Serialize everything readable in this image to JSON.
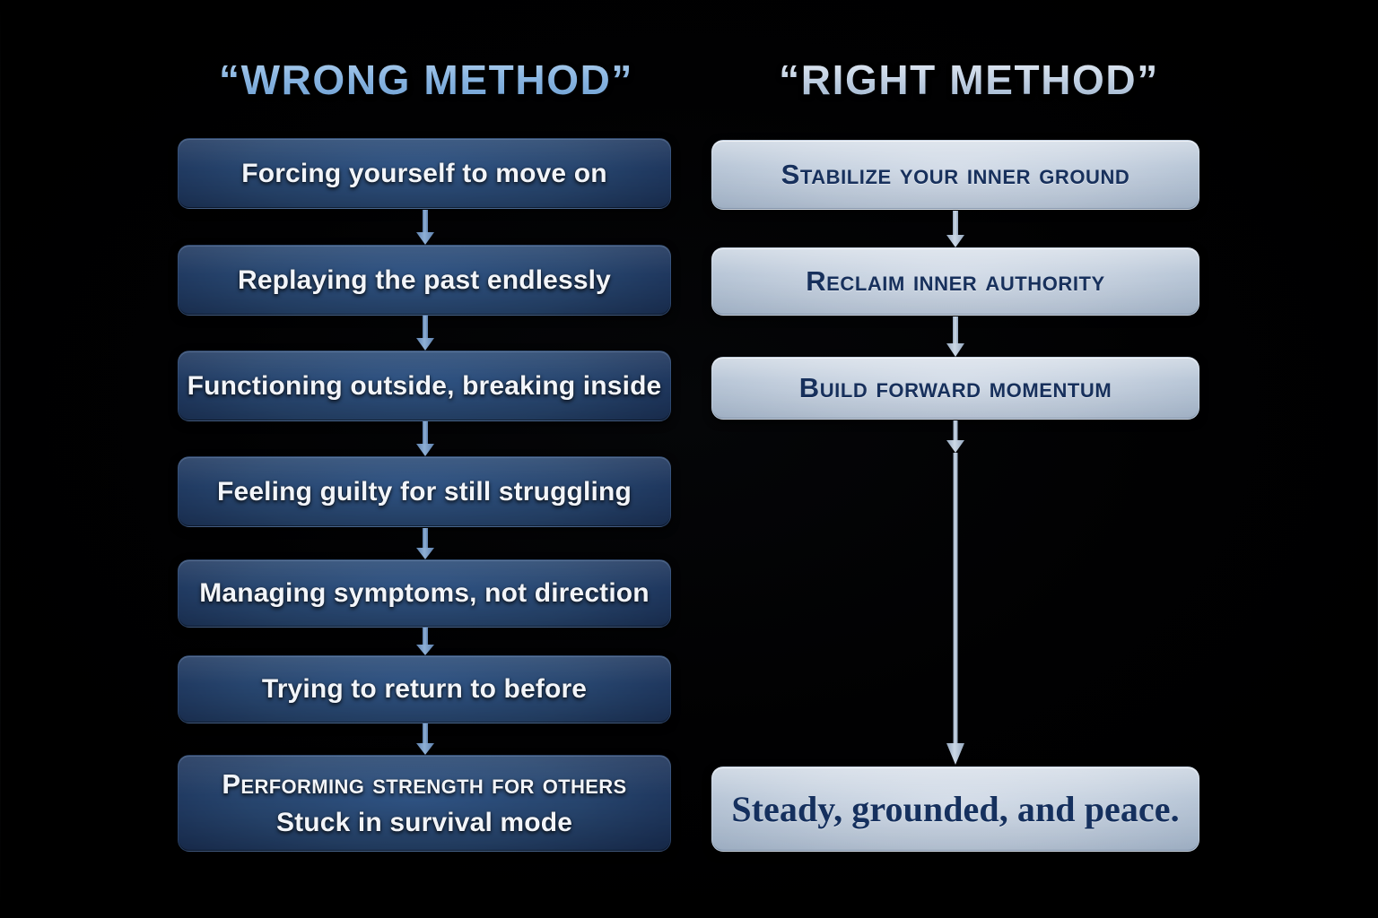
{
  "background_color": "#000000",
  "titles": {
    "left": "“WRONG METHOD”",
    "right": "“RIGHT METHOD”",
    "left_color": "#8ab6e2",
    "right_color": "#c3d2e4"
  },
  "left_column": {
    "box_fill": "#27456e",
    "text_color": "#f2f5fa",
    "arrow_color": "#7b9bc4",
    "nodes": [
      {
        "lines": [
          "Forcing yourself to move on"
        ],
        "style": "normal"
      },
      {
        "lines": [
          "Replaying the past endlessly"
        ],
        "style": "normal"
      },
      {
        "lines": [
          "Functioning outside, breaking inside"
        ],
        "style": "normal"
      },
      {
        "lines": [
          "Feeling guilty for still struggling"
        ],
        "style": "normal"
      },
      {
        "lines": [
          "Managing symptoms, not direction"
        ],
        "style": "normal"
      },
      {
        "lines": [
          "Trying to return to before"
        ],
        "style": "normal"
      },
      {
        "lines": [
          "Performing strength for others",
          "Stuck in survival mode"
        ],
        "style": "mixed"
      }
    ]
  },
  "right_column": {
    "box_fill": "#c2cedd",
    "text_color": "#17305c",
    "arrow_color": "#b8c6d8",
    "nodes": [
      {
        "lines": [
          "Stabilize your inner ground"
        ],
        "style": "smallcaps"
      },
      {
        "lines": [
          "Reclaim inner authority"
        ],
        "style": "smallcaps"
      },
      {
        "lines": [
          "Build forward momentum"
        ],
        "style": "smallcaps"
      },
      {
        "lines": [
          "Steady, grounded, and peace."
        ],
        "style": "serif"
      }
    ]
  }
}
